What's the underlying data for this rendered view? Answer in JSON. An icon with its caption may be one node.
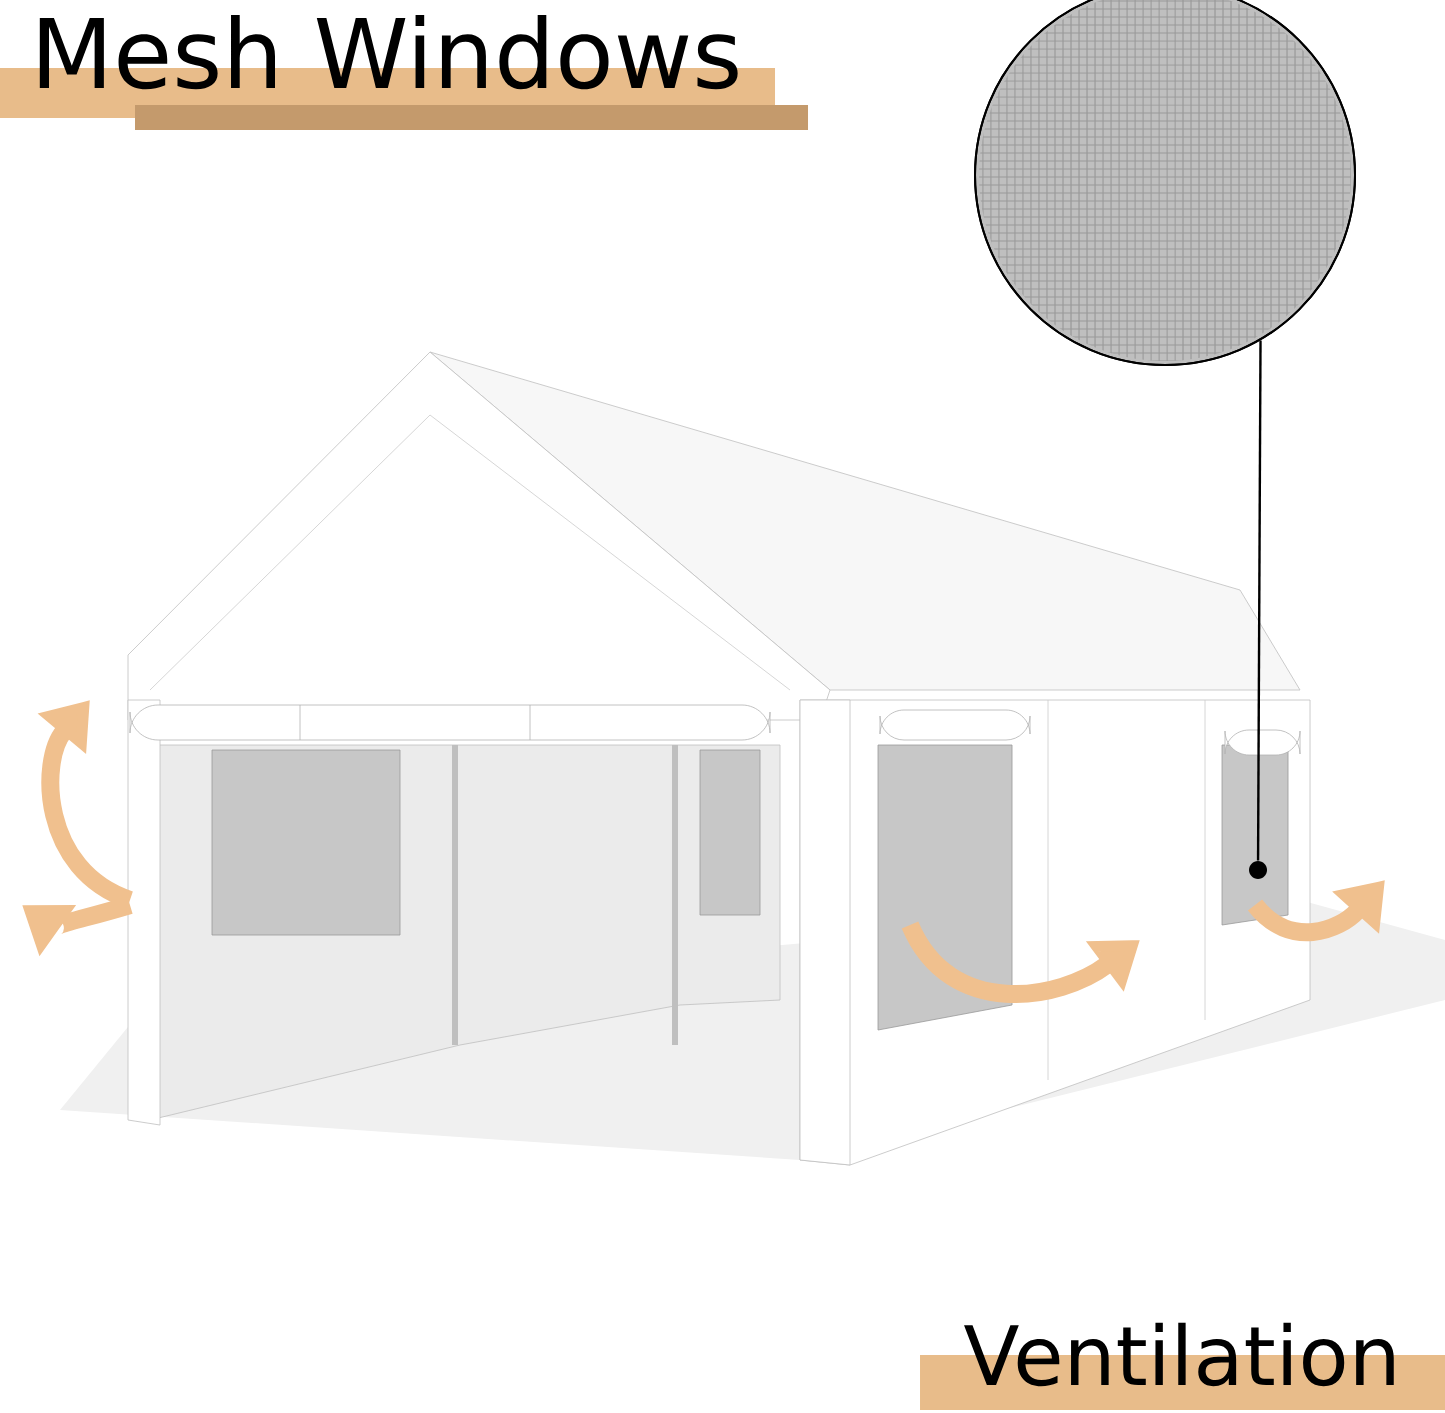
{
  "diagram": {
    "title": "Mesh Windows",
    "nodes": [
      {
        "text": [],
        "shape": "circle"
      },
      {
        "text": [],
        "shape": "dot"
      }
    ],
    "edges": [
      {
        "from": 0,
        "to": 1,
        "arrow": "none"
      }
    ],
    "labels": [
      "Ventilation"
    ]
  }
}
